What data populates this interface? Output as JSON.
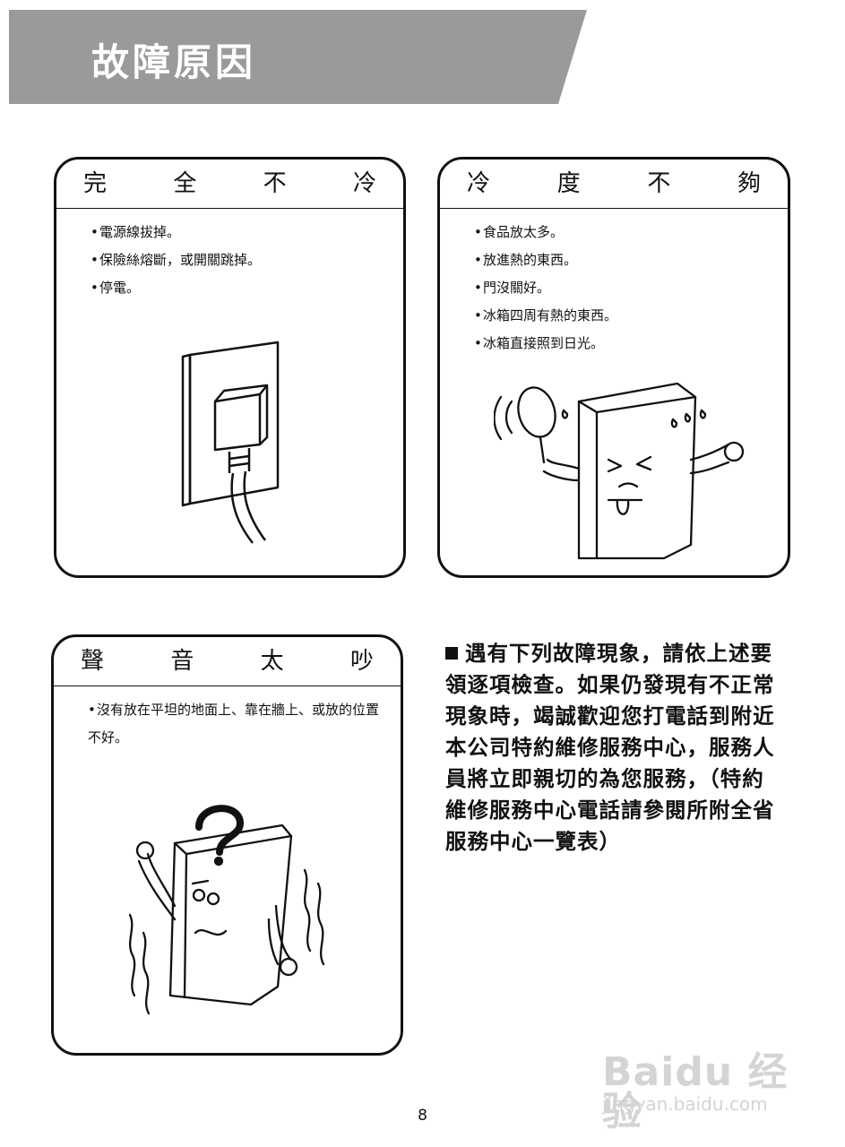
{
  "header": {
    "title": "故障原因"
  },
  "panels": {
    "no_cooling": {
      "heading": [
        "完",
        "全",
        "不",
        "冷"
      ],
      "items": [
        "電源線拔掉。",
        "保險絲熔斷，或開關跳掉。",
        "停電。"
      ]
    },
    "weak_cooling": {
      "heading": [
        "冷",
        "度",
        "不",
        "夠"
      ],
      "items": [
        "食品放太多。",
        "放進熱的東西。",
        "門沒關好。",
        "冰箱四周有熱的東西。",
        "冰箱直接照到日光。"
      ]
    },
    "noisy": {
      "heading": [
        "聲",
        "音",
        "太",
        "吵"
      ],
      "items": [
        "沒有放在平坦的地面上、靠在牆上、或放的位置不好。"
      ]
    }
  },
  "note": {
    "text": "遇有下列故障現象，請依上述要領逐項檢查。如果仍發現有不正常現象時，竭誠歡迎您打電話到附近本公司特約維修服務中心，服務人員將立即親切的為您服務，（特約維修服務中心電話請參閱所附全省服務中心一覽表）"
  },
  "page_number": "8",
  "watermark": {
    "logo": "Baidu 经验",
    "url": "jingyan.baidu.com"
  },
  "colors": {
    "banner": "#9a9a9a",
    "ink": "#111111"
  }
}
